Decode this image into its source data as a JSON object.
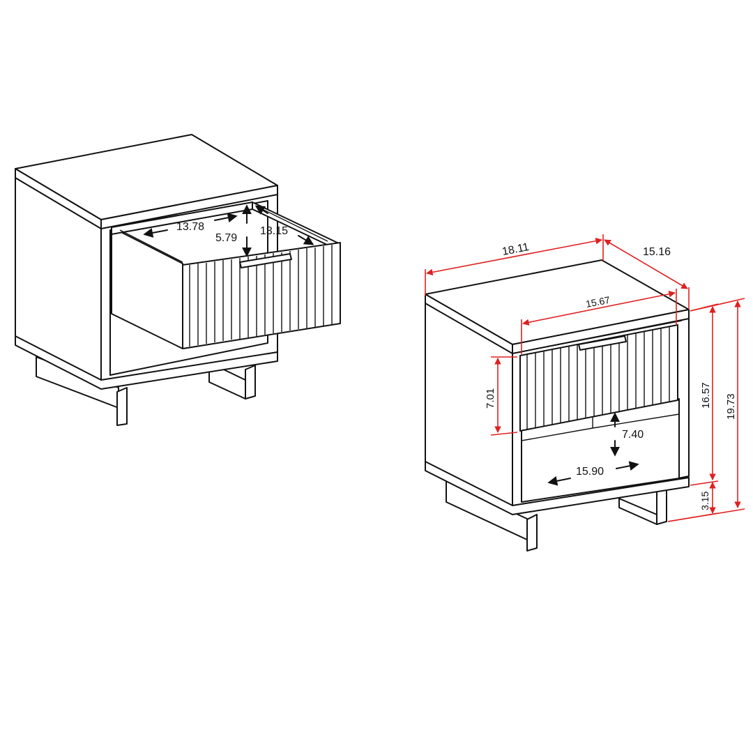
{
  "colors": {
    "line": "#111111",
    "dimension_red": "#e02020",
    "background": "#ffffff"
  },
  "open_view": {
    "dims": {
      "drawer_width": "13.78",
      "drawer_height": "5.79",
      "drawer_depth": "13.15"
    }
  },
  "front_view": {
    "dims": {
      "overall_width": "18.11",
      "overall_depth": "15.16",
      "drawer_front_width": "15.67",
      "drawer_front_height": "7.01",
      "open_shelf_height": "7.40",
      "open_shelf_width": "15.90",
      "body_height": "16.57",
      "overall_height": "19.73",
      "leg_height": "3.15"
    }
  }
}
